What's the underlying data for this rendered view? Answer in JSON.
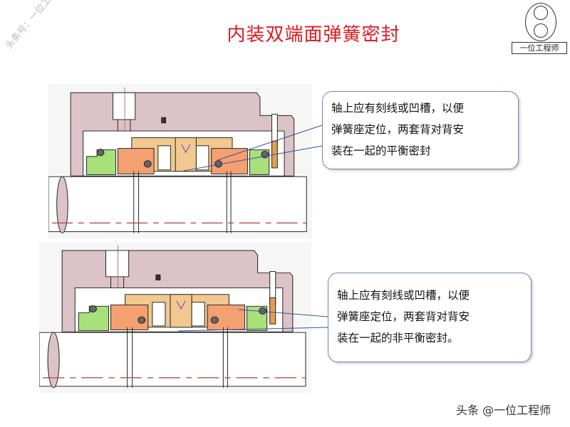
{
  "title": "内装双端面弹簧密封",
  "logo": {
    "text": "一位工程师"
  },
  "watermark": "头条号：一位工程师",
  "callouts": [
    {
      "lines": [
        "轴上应有刻线或凹槽，以便",
        "弹簧座定位，两套背对背安",
        "装在一起的平衡密封"
      ]
    },
    {
      "lines": [
        "轴上应有刻线或凹槽，以便",
        "弹簧座定位，两套背对背安",
        "装在一起的非平衡密封。"
      ]
    }
  ],
  "footer": "头条 @一位工程师",
  "colors": {
    "title": "#e01820",
    "housing": "#dcc3c8",
    "seat": "#a8e07a",
    "ring": "#f4a070",
    "sleeve": "#f0c890"
  }
}
